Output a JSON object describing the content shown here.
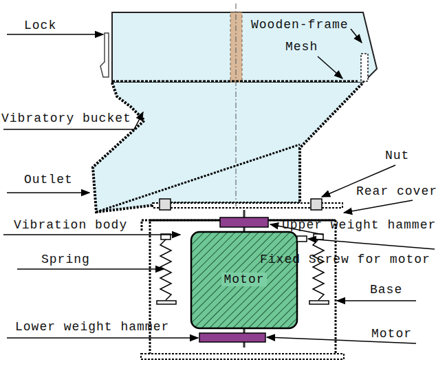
{
  "diagram": {
    "labels": [
      "Lock",
      "Wooden-frame",
      "Mesh",
      "Vibratory bucket",
      "Nut",
      "Outlet",
      "Rear cover",
      "Vibration body",
      "Upper weight hammer",
      "Spring",
      "Fixed Screw for motor",
      "Motor",
      "Base",
      "Lower weight hammer",
      "Motor"
    ]
  }
}
